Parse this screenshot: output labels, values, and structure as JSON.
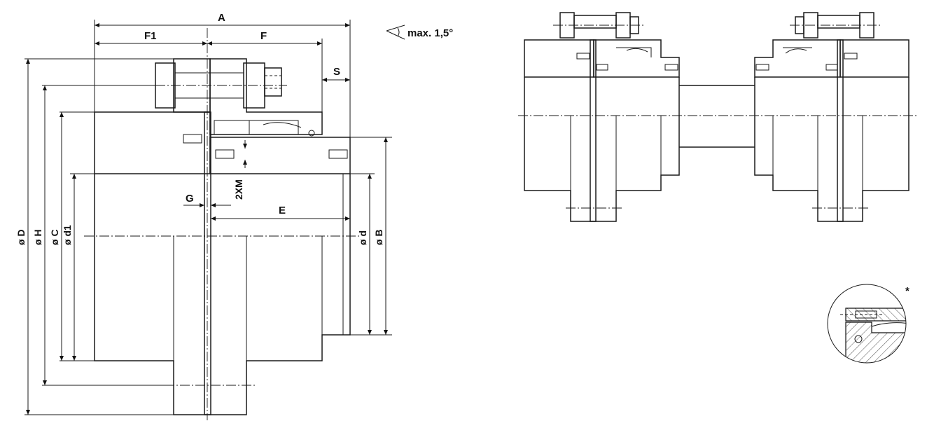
{
  "labels": {
    "A": "A",
    "F1": "F1",
    "F": "F",
    "S": "S",
    "angle": "max. 1,5°",
    "G": "G",
    "E": "E",
    "xm": "2XM",
    "D": "ø D",
    "H": "ø H",
    "C": "ø C",
    "d1": "ø d1",
    "d": "ø d",
    "B": "ø B",
    "asterisk": "*"
  }
}
